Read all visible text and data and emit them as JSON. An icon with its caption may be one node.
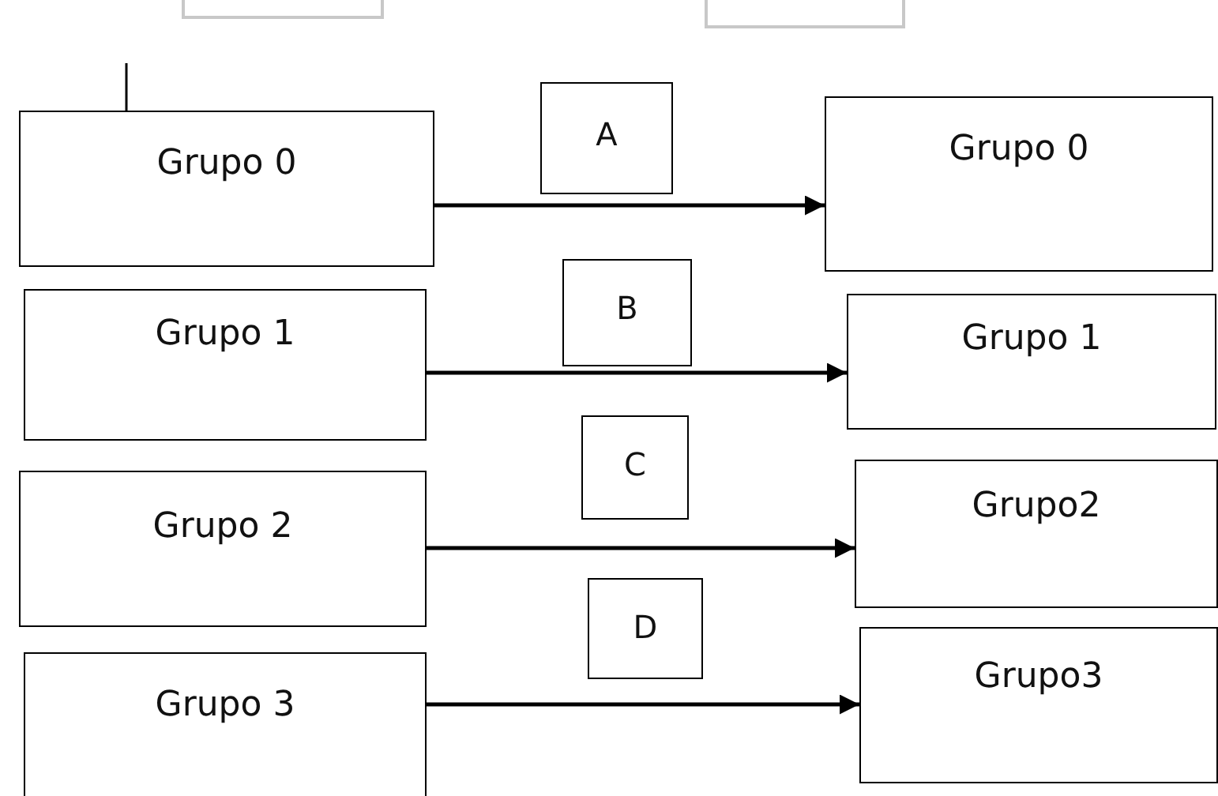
{
  "diagram": {
    "nodes": [
      {
        "text": [],
        "shape": "box"
      },
      {
        "text": [],
        "shape": "box"
      },
      {
        "text": [
          "Grupo 0"
        ]
      },
      {
        "text": [
          "A"
        ]
      },
      {
        "text": [
          "Grupo 0"
        ]
      },
      {
        "text": [
          "Grupo 1"
        ]
      },
      {
        "text": [
          "B"
        ]
      },
      {
        "text": [
          "Grupo 1"
        ]
      },
      {
        "text": [
          "Grupo 2"
        ]
      },
      {
        "text": [
          "C"
        ]
      },
      {
        "text": [
          "Grupo2"
        ]
      },
      {
        "text": [
          "Grupo 3"
        ]
      },
      {
        "text": [
          "D"
        ]
      },
      {
        "text": [
          "Grupo3"
        ]
      }
    ],
    "edges": [
      {
        "from": 2,
        "to": 4,
        "arrow": "to"
      },
      {
        "from": 5,
        "to": 7,
        "arrow": "to"
      },
      {
        "from": 8,
        "to": 10,
        "arrow": "to"
      },
      {
        "from": 11,
        "to": 13,
        "arrow": "to"
      }
    ]
  }
}
